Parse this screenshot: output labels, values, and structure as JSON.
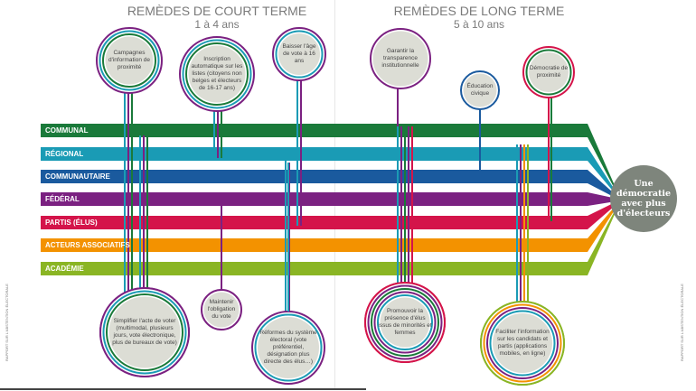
{
  "titles": {
    "short_term": "REMÈDES DE COURT TERME",
    "short_term_sub": "1 à 4 ans",
    "long_term": "REMÈDES DE LONG TERME",
    "long_term_sub": "5 à 10 ans"
  },
  "bands": [
    {
      "label": "COMMUNAL",
      "color": "#1a7a3a"
    },
    {
      "label": "RÉGIONAL",
      "color": "#1a9bb5"
    },
    {
      "label": "COMMUNAUTAIRE",
      "color": "#1a5a9e"
    },
    {
      "label": "FÉDÉRAL",
      "color": "#7b2181"
    },
    {
      "label": "PARTIS (ÉLUS)",
      "color": "#d4144a"
    },
    {
      "label": "ACTEURS ASSOCIATIFS",
      "color": "#f39200"
    },
    {
      "label": "ACADÉMIE",
      "color": "#8ab524"
    }
  ],
  "goal": "Une démocratie avec plus d'électeurs",
  "remedies": {
    "campagnes": "Campagnes d'information de proximité",
    "inscription": "Inscription automatique sur les listes (citoyens non belges et électeurs de 16-17 ans)",
    "baisser": "Baisser l'âge de vote à 16 ans",
    "garantir": "Garantir la transparence institutionnelle",
    "education": "Éducation civique",
    "democratie": "Démocratie de proximité",
    "simplifier": "Simplifier l'acte de voter (multimodal, plusieurs jours, vote électronique, plus de bureaux de vote)",
    "maintenir": "Maintenir l'obligation du vote",
    "reformes": "Réformes du système électoral (vote préférentiel, désignation plus directe des élus…)",
    "promouvoir": "Promouvoir la présence d'élus issus de minorités et femmes",
    "faciliter": "Faciliter l'information sur les candidats et partis (applications mobiles, en ligne)"
  },
  "side_text": "RAPPORT SUR L'ABSTENTION ÉLECTORALE"
}
